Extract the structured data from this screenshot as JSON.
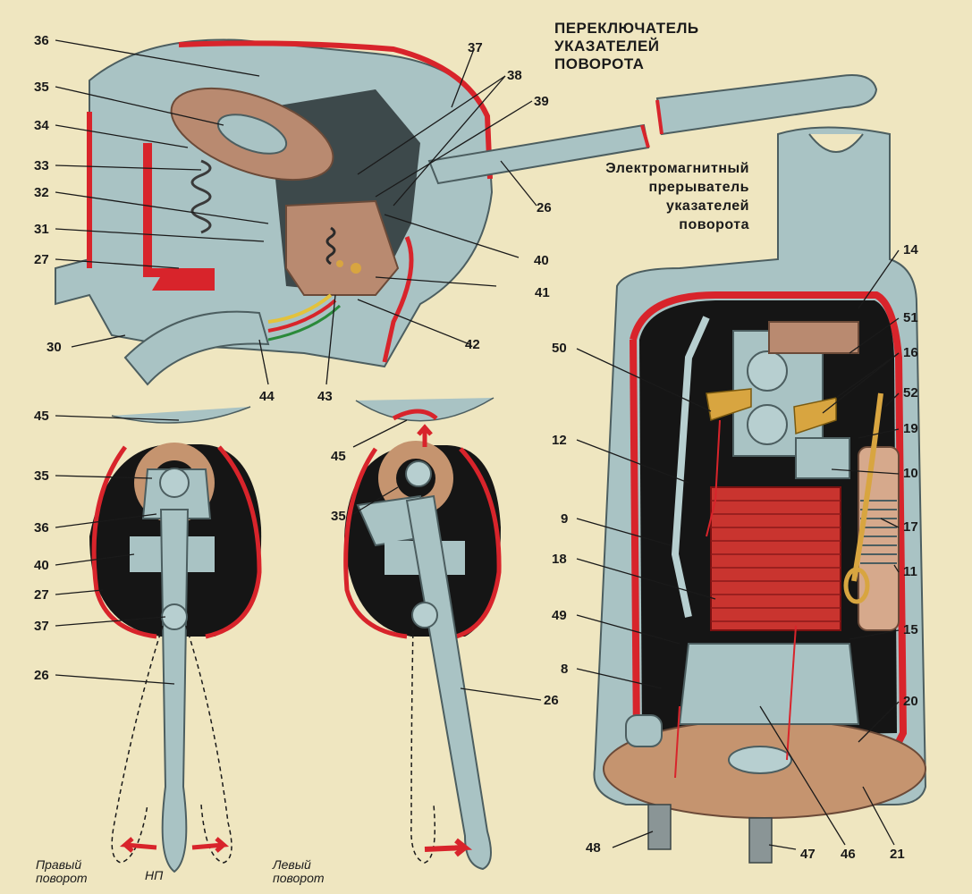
{
  "titles": {
    "switch": [
      "ПЕРЕКЛЮЧАТЕЛЬ",
      "УКАЗАТЕЛЕЙ",
      "ПОВОРОТА"
    ],
    "breaker": [
      "Электромагнитный",
      "прерыватель",
      "указателей",
      "поворота"
    ]
  },
  "captions": {
    "right_turn": [
      "Правый",
      "поворот"
    ],
    "neutral": "НП",
    "left_turn": [
      "Левый",
      "поворот"
    ]
  },
  "callouts": [
    "36",
    "35",
    "34",
    "33",
    "32",
    "31",
    "27",
    "30",
    "44",
    "43",
    "42",
    "41",
    "40",
    "26",
    "39",
    "38",
    "37",
    "45",
    "35",
    "36",
    "40",
    "27",
    "37",
    "26",
    "45",
    "35",
    "26",
    "14",
    "51",
    "16",
    "52",
    "19",
    "10",
    "17",
    "11",
    "15",
    "20",
    "21",
    "47",
    "46",
    "48",
    "8",
    "49",
    "18",
    "9",
    "12",
    "50"
  ],
  "colors": {
    "background": "#efe6c0",
    "metal": "#a9c3c4",
    "metal_dark": "#6f8c8e",
    "cutaway_red": "#d8242b",
    "copper": "#b98a70",
    "coil": "#cc3030",
    "black": "#151515",
    "brass": "#d8a540"
  }
}
